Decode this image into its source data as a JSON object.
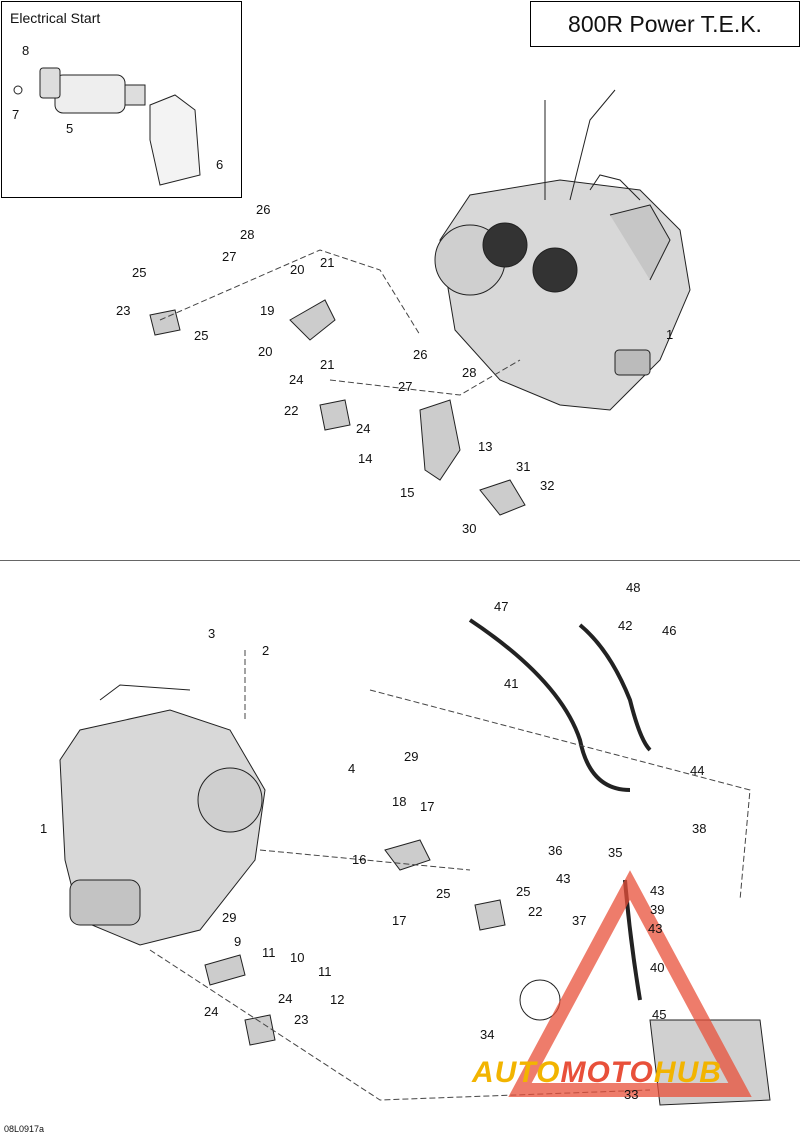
{
  "inset_title": "Electrical Start",
  "title": "800R Power T.E.K.",
  "drawing_code": "08L0917a",
  "watermark": {
    "part1": "AUTO",
    "part2": "MOTO",
    "part3": "HUB"
  },
  "callouts_top": [
    "8",
    "7",
    "5",
    "6",
    "26",
    "28",
    "27",
    "20",
    "21",
    "25",
    "23",
    "25",
    "19",
    "20",
    "21",
    "1",
    "26",
    "27",
    "28",
    "24",
    "22",
    "24",
    "14",
    "15",
    "13",
    "31",
    "32",
    "30"
  ],
  "callouts_bottom": [
    "3",
    "2",
    "48",
    "47",
    "42",
    "46",
    "41",
    "44",
    "1",
    "4",
    "29",
    "18",
    "17",
    "16",
    "17",
    "25",
    "25",
    "22",
    "38",
    "36",
    "35",
    "43",
    "43",
    "39",
    "43",
    "37",
    "40",
    "29",
    "9",
    "11",
    "10",
    "11",
    "24",
    "12",
    "24",
    "23",
    "45",
    "34",
    "33"
  ],
  "colors": {
    "line": "#222222",
    "wm_red": "#e8503a",
    "wm_yellow": "#f2b400"
  }
}
